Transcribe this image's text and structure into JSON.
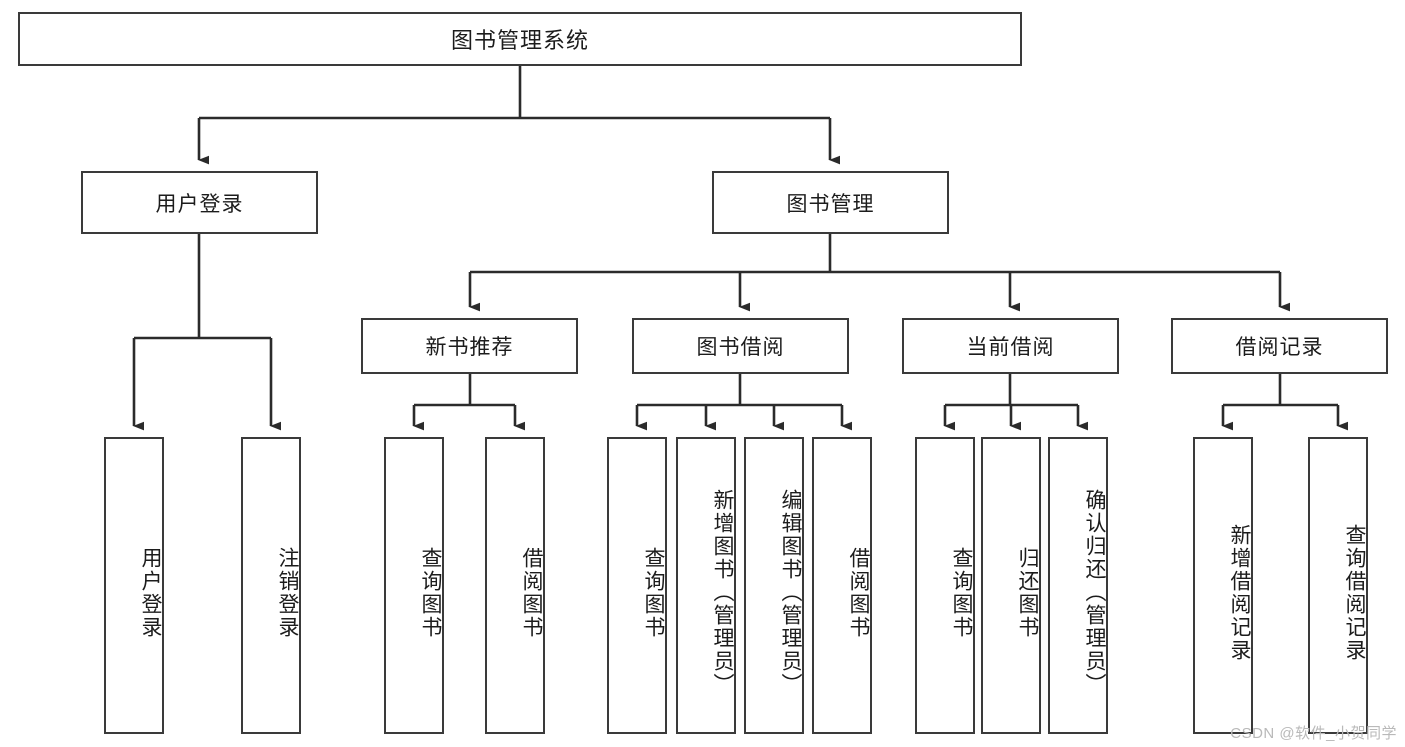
{
  "diagram": {
    "type": "tree-hierarchy-chart",
    "title": "图书管理系统",
    "colors": {
      "background": "#ffffff",
      "box_border": "#3a3a3a",
      "box_fill": "#ffffff",
      "text": "#1c1c1c",
      "connector": "#2b2b2b",
      "watermark": "#b9b9b9"
    },
    "root": {
      "label": "图书管理系统"
    },
    "level1": [
      {
        "label": "用户登录"
      },
      {
        "label": "图书管理"
      }
    ],
    "level2": [
      {
        "label": "新书推荐"
      },
      {
        "label": "图书借阅"
      },
      {
        "label": "当前借阅"
      },
      {
        "label": "借阅记录"
      }
    ],
    "leaves": {
      "user_login": [
        {
          "label": "用户登录"
        },
        {
          "label": "注销登录"
        }
      ],
      "new_book_recommend": [
        {
          "label": "查询图书"
        },
        {
          "label": "借阅图书"
        }
      ],
      "book_borrow": [
        {
          "label": "查询图书"
        },
        {
          "label": "新增图书（管理员）"
        },
        {
          "label": "编辑图书（管理员）"
        },
        {
          "label": "借阅图书"
        }
      ],
      "current_borrow": [
        {
          "label": "查询图书"
        },
        {
          "label": "归还图书"
        },
        {
          "label": "确认归还（管理员）"
        }
      ],
      "borrow_record": [
        {
          "label": "新增借阅记录"
        },
        {
          "label": "查询借阅记录"
        }
      ]
    },
    "watermark": "CSDN @软件_小贺同学"
  }
}
